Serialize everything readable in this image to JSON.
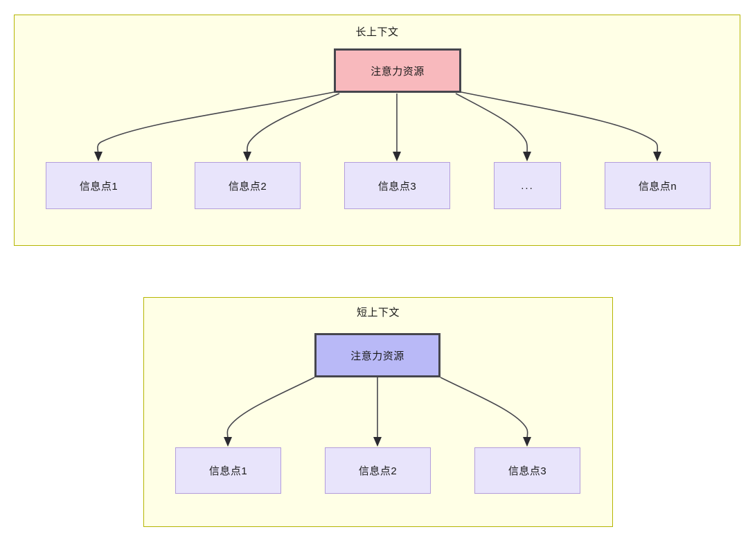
{
  "diagram": {
    "title_semantic": "attention-resource-allocation-long-vs-short-context",
    "colors": {
      "container_fill": "#ffffe6",
      "container_border": "#b5b500",
      "attention_long_fill": "#f8b9bd",
      "attention_short_fill": "#b9b9f7",
      "attention_border": "#46464d",
      "info_fill": "#e8e4fb",
      "info_border": "#b39ddb",
      "edge_stroke": "#46464d",
      "text": "#1a1a1a"
    }
  },
  "sections": [
    {
      "id": "long-context",
      "title": "长上下文",
      "root": {
        "label": "注意力资源"
      },
      "children": [
        {
          "label": "信息点1"
        },
        {
          "label": "信息点2"
        },
        {
          "label": "信息点3"
        },
        {
          "label": "..."
        },
        {
          "label": "信息点n"
        }
      ]
    },
    {
      "id": "short-context",
      "title": "短上下文",
      "root": {
        "label": "注意力资源"
      },
      "children": [
        {
          "label": "信息点1"
        },
        {
          "label": "信息点2"
        },
        {
          "label": "信息点3"
        }
      ]
    }
  ]
}
